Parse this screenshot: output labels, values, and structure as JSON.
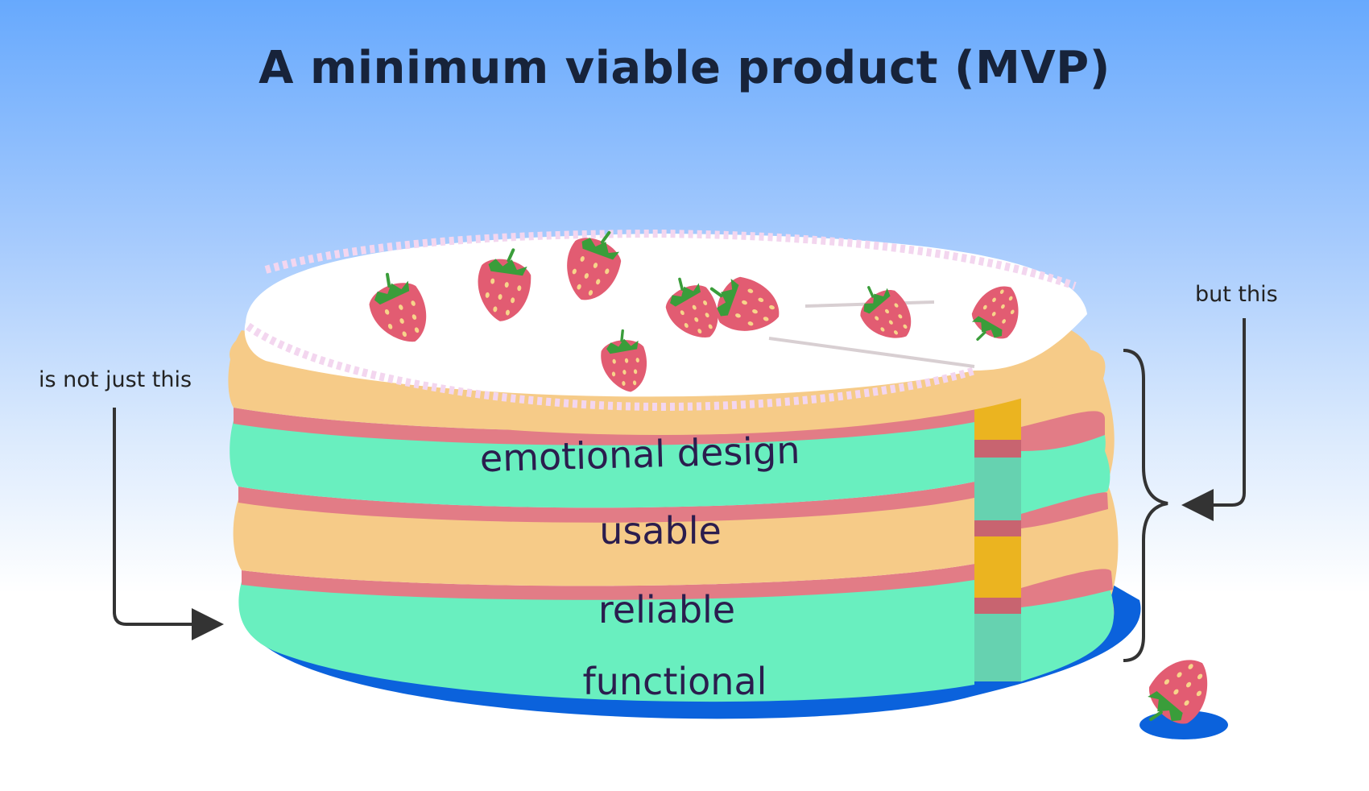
{
  "title": "A minimum viable product (MVP)",
  "labels": {
    "not_just": "is not just this",
    "but": "but this"
  },
  "layers": [
    {
      "label": "emotional design"
    },
    {
      "label": "usable"
    },
    {
      "label": "reliable"
    },
    {
      "label": "functional"
    }
  ],
  "colors": {
    "sponge": "#f6cb88",
    "mint": "#69efbf",
    "jam": "#e27c86",
    "shadow": "#0b62dc",
    "slice_yellow": "#ebb420",
    "slice_mint": "#66d2b0",
    "cream": "#ffffff",
    "strawberry": "#e25c72",
    "leaf": "#3a9d3a"
  }
}
